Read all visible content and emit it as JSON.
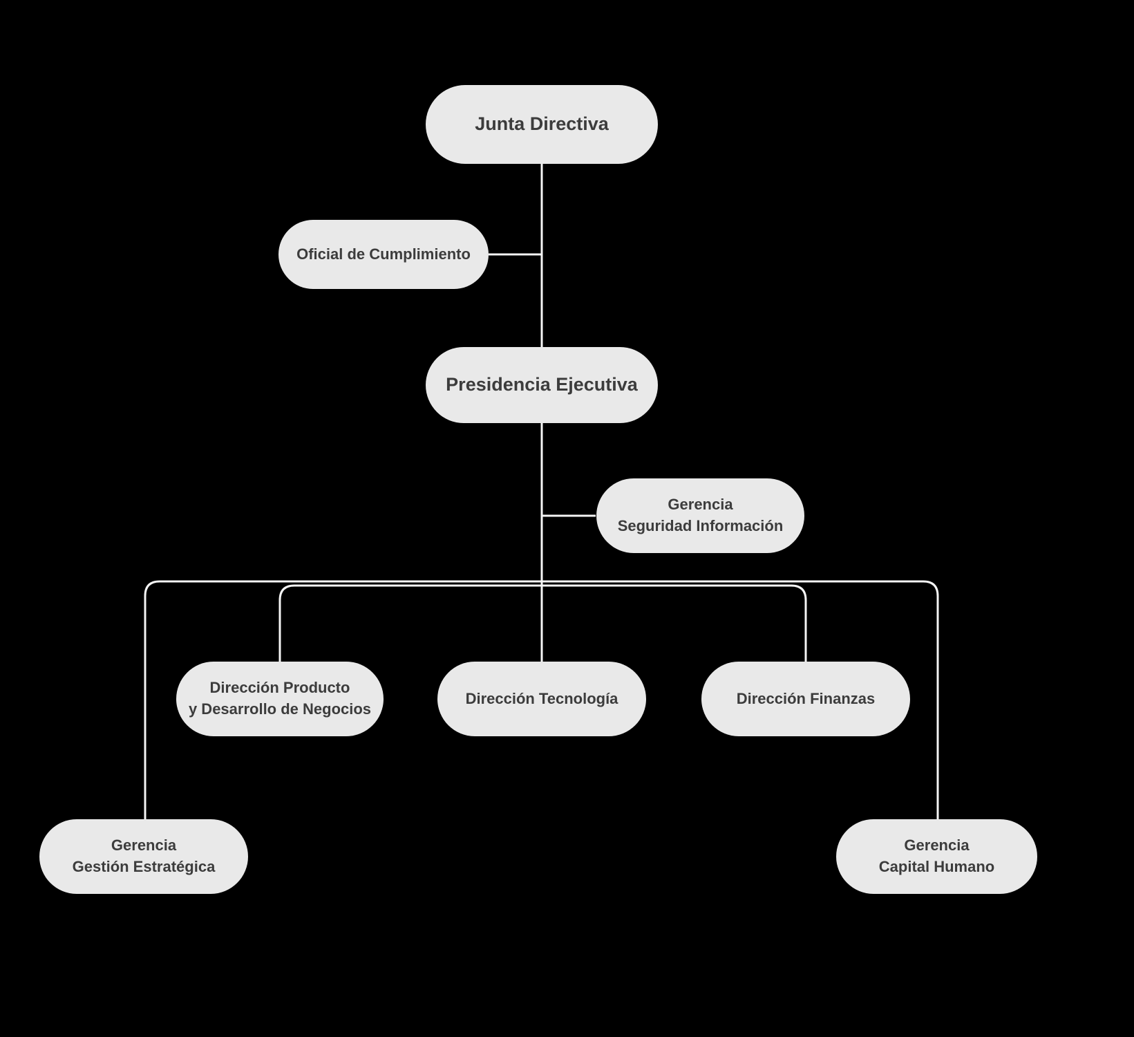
{
  "theme": {
    "bg_color": "#000000",
    "node_fill": "#e9e9e9",
    "text_color": "#3c3c3c",
    "connector_color": "#f5f5f5"
  },
  "diagram": {
    "type": "org-chart",
    "nodes": {
      "junta_directiva": {
        "label": "Junta Directiva"
      },
      "oficial_cumplimiento": {
        "label": "Oficial de Cumplimiento"
      },
      "presidencia_ejecutiva": {
        "label": "Presidencia Ejecutiva"
      },
      "gerencia_seguridad": {
        "line1": "Gerencia",
        "line2": "Seguridad Información"
      },
      "direccion_producto": {
        "line1": "Dirección Producto",
        "line2": "y Desarrollo de Negocios"
      },
      "direccion_tecnologia": {
        "label": "Dirección Tecnología"
      },
      "direccion_finanzas": {
        "label": "Dirección Finanzas"
      },
      "gerencia_gestion": {
        "line1": "Gerencia",
        "line2": "Gestión Estratégica"
      },
      "gerencia_capital": {
        "line1": "Gerencia",
        "line2": "Capital Humano"
      }
    },
    "edges": [
      {
        "from": "junta_directiva",
        "to": "presidencia_ejecutiva"
      },
      {
        "from": "junta_directiva",
        "to": "oficial_cumplimiento"
      },
      {
        "from": "presidencia_ejecutiva",
        "to": "gerencia_seguridad"
      },
      {
        "from": "presidencia_ejecutiva",
        "to": "direccion_producto"
      },
      {
        "from": "presidencia_ejecutiva",
        "to": "direccion_tecnologia"
      },
      {
        "from": "presidencia_ejecutiva",
        "to": "direccion_finanzas"
      },
      {
        "from": "presidencia_ejecutiva",
        "to": "gerencia_gestion"
      },
      {
        "from": "presidencia_ejecutiva",
        "to": "gerencia_capital"
      }
    ]
  }
}
